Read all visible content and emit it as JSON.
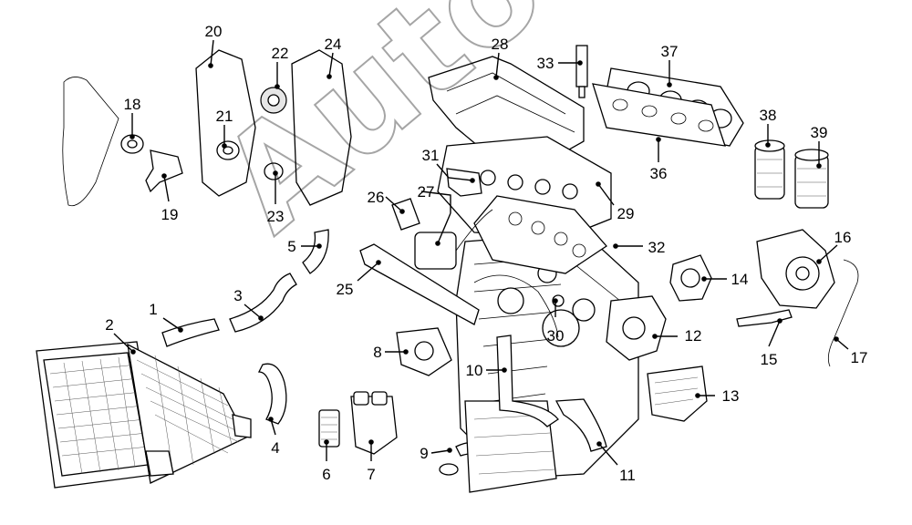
{
  "diagram": {
    "callouts": [
      "1",
      "2",
      "3",
      "4",
      "5",
      "6",
      "7",
      "8",
      "9",
      "10",
      "11",
      "12",
      "13",
      "14",
      "15",
      "16",
      "17",
      "18",
      "19",
      "20",
      "21",
      "22",
      "23",
      "24",
      "25",
      "26",
      "27",
      "28",
      "29",
      "30",
      "31",
      "32",
      "33",
      "36",
      "37",
      "38",
      "39"
    ]
  },
  "watermark": {
    "text": "Autosoft"
  }
}
